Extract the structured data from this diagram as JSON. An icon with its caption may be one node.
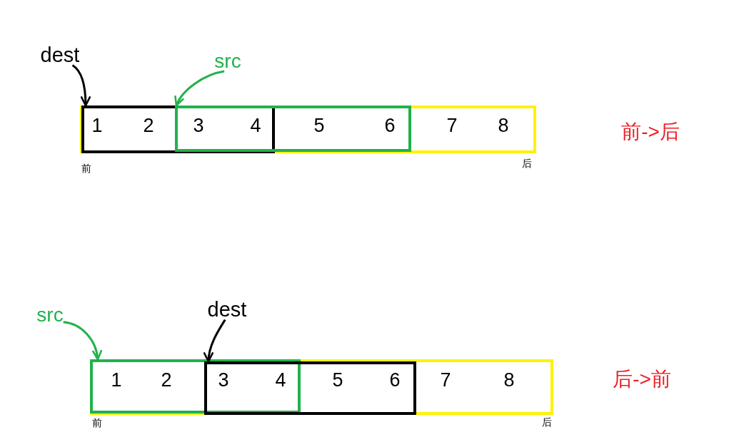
{
  "diagram": {
    "nodes": [
      {
        "text": [
          "dest"
        ]
      },
      {
        "text": [
          "src"
        ]
      },
      {
        "text": [
          "7",
          "8"
        ],
        "beside": [
          "前",
          "后"
        ]
      },
      {
        "text": [
          "1",
          "2",
          "3",
          "4"
        ],
        "in": 2
      },
      {
        "text": [
          "5",
          "6"
        ],
        "in": 2
      },
      {
        "text": [
          "src"
        ]
      },
      {
        "text": [
          "dest"
        ]
      },
      {
        "text": [
          "7",
          "8"
        ],
        "beside": [
          "前",
          "后"
        ]
      },
      {
        "text": [
          "1",
          "2"
        ],
        "in": 7
      },
      {
        "text": [
          "3",
          "4",
          "5",
          "6"
        ],
        "in": 7
      }
    ],
    "edges": [
      {
        "from": 0,
        "to": 3,
        "arrow": "to"
      },
      {
        "from": 1,
        "to": 4,
        "arrow": "to",
        "color": "#22b14c"
      },
      {
        "from": 5,
        "to": 8,
        "arrow": "to",
        "color": "#22b14c"
      },
      {
        "from": 6,
        "to": 9,
        "arrow": "to"
      }
    ],
    "labels": [
      "前->后",
      "后->前"
    ]
  }
}
